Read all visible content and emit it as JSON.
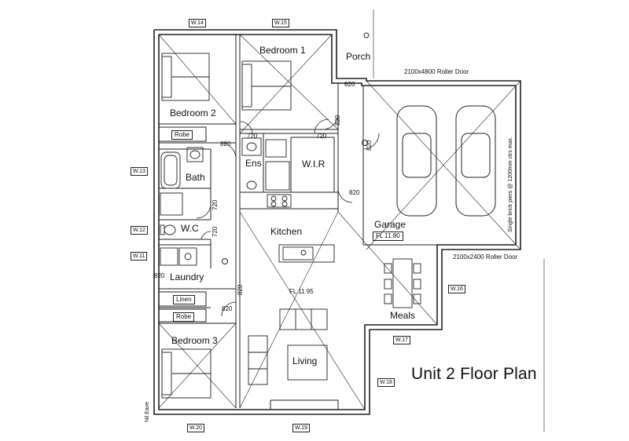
{
  "title": "Unit 2 Floor Plan",
  "rooms": {
    "bedroom1": "Bedroom 1",
    "bedroom2": "Bedroom 2",
    "bedroom3": "Bedroom 3",
    "porch": "Porch",
    "garage": "Garage",
    "kitchen": "Kitchen",
    "meals": "Meals",
    "living": "Living",
    "bath": "Bath",
    "wc": "W.C",
    "laundry": "Laundry",
    "ens": "Ens",
    "wir": "W.I.R",
    "robe": "Robe",
    "linen": "Linen"
  },
  "floor_levels": {
    "garage": "FL 11.80",
    "main": "FL 11.95"
  },
  "doors": {
    "d820": "820",
    "d720": "720",
    "roller_top": "2100x4800 Roller Door",
    "roller_side": "2100x2400 Roller Door"
  },
  "notes": {
    "brick_piers": "Single brick piers @ 1200mm ctrs max.",
    "eave": "Nil Eave"
  },
  "windows": {
    "w11": "W.11",
    "w12": "W.12",
    "w13": "W.13",
    "w14": "W.14",
    "w15": "W.15",
    "w16": "W.16",
    "w17": "W.17",
    "w18": "W.18",
    "w19": "W.19",
    "w20": "W.20"
  }
}
